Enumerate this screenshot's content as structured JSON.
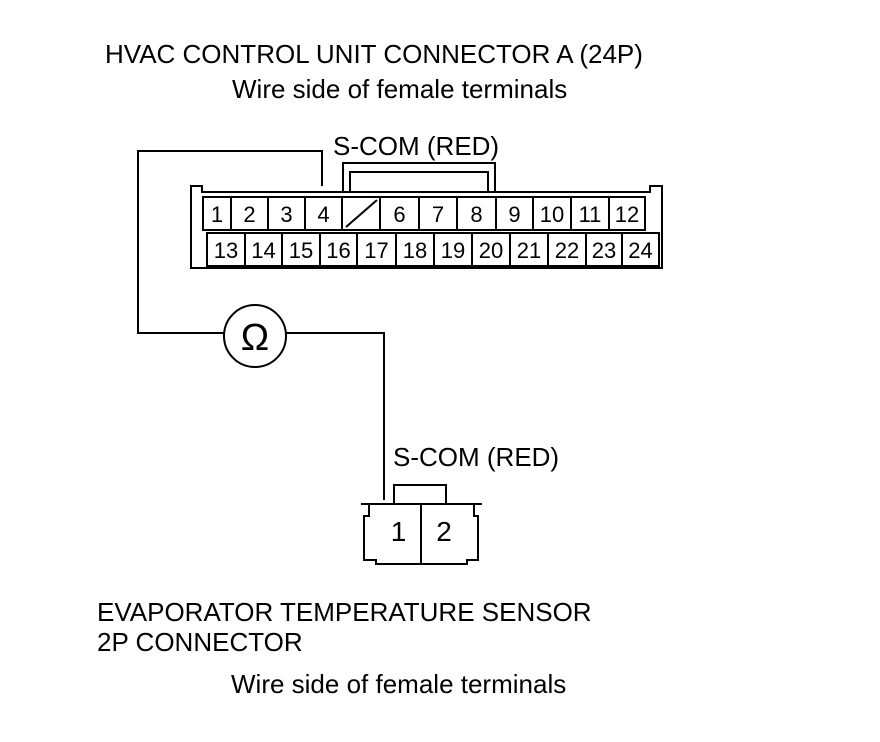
{
  "top_connector": {
    "title": "HVAC CONTROL UNIT CONNECTOR A (24P)",
    "subtitle": "Wire side of female terminals",
    "probe_label": "S-COM (RED)",
    "row1": [
      "1",
      "2",
      "3",
      "4",
      "",
      "6",
      "7",
      "8",
      "9",
      "10",
      "11",
      "12"
    ],
    "row2": [
      "13",
      "14",
      "15",
      "16",
      "17",
      "18",
      "19",
      "20",
      "21",
      "22",
      "23",
      "24"
    ]
  },
  "meter": {
    "symbol": "Ω",
    "icon": "ohmmeter-icon"
  },
  "bottom_connector": {
    "probe_label": "S-COM (RED)",
    "pins": [
      "1",
      "2"
    ],
    "title_line1": "EVAPORATOR TEMPERATURE SENSOR",
    "title_line2": "2P CONNECTOR",
    "subtitle": "Wire side of female terminals"
  }
}
